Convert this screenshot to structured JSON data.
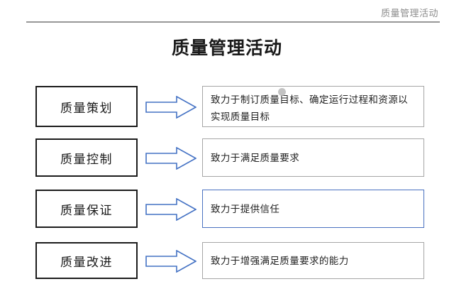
{
  "header": {
    "text": "质量管理活动"
  },
  "title": "质量管理活动",
  "rows": [
    {
      "term": "质量策划",
      "arrow": "right-arrow-icon",
      "description": "致力于制订质量目标、确定运行过程和资源以实现质量目标",
      "selected": false
    },
    {
      "term": "质量控制",
      "arrow": "right-arrow-icon",
      "description": "致力于满足质量要求",
      "selected": false
    },
    {
      "term": "质量保证",
      "arrow": "right-arrow-icon",
      "description": "致力于提供信任",
      "selected": true
    },
    {
      "term": "质量改进",
      "arrow": "right-arrow-icon",
      "description": "致力于增强满足质量要求的能力",
      "selected": false
    }
  ],
  "colors": {
    "header_rule": "#989898",
    "header_text": "#8c8c8c",
    "term_box_border": "#1c1c1c",
    "arrow_stroke": "#4472c4",
    "desc_box_border": "#a6a6a6",
    "desc_box_border_selected": "#4a72c0",
    "title_text": "#1a1a1a",
    "background": "#ffffff"
  }
}
